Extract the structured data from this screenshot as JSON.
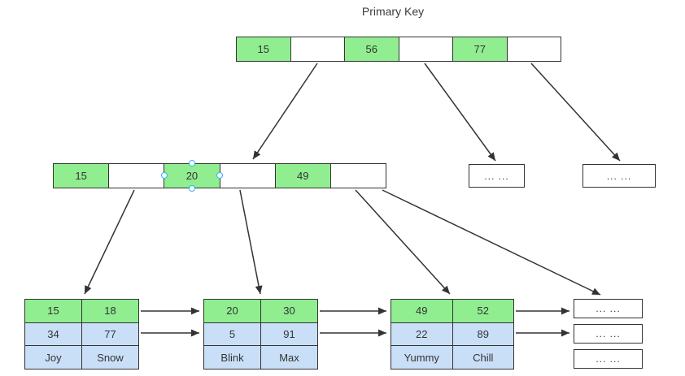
{
  "title": "Primary Key",
  "root": {
    "cells": [
      "15",
      "",
      "56",
      "",
      "77",
      ""
    ]
  },
  "level2": {
    "cells": [
      "15",
      "",
      "20",
      "",
      "49",
      ""
    ]
  },
  "ellipsis_nodes": [
    "...  ...",
    "...  ..."
  ],
  "leaves": [
    {
      "rows": [
        [
          "15",
          "18"
        ],
        [
          "34",
          "77"
        ],
        [
          "Joy",
          "Snow"
        ]
      ]
    },
    {
      "rows": [
        [
          "20",
          "30"
        ],
        [
          "5",
          "91"
        ],
        [
          "Blink",
          "Max"
        ]
      ]
    },
    {
      "rows": [
        [
          "49",
          "52"
        ],
        [
          "22",
          "89"
        ],
        [
          "Yummy",
          "Chill"
        ]
      ]
    },
    {
      "rows": [
        [
          "...  ..."
        ],
        [
          "...  ..."
        ],
        [
          "...  ..."
        ]
      ]
    }
  ],
  "colors": {
    "key_green": "#90EE90",
    "data_blue": "#C9DFF7",
    "border": "#333333",
    "handle_blue": "#29B6F2"
  }
}
